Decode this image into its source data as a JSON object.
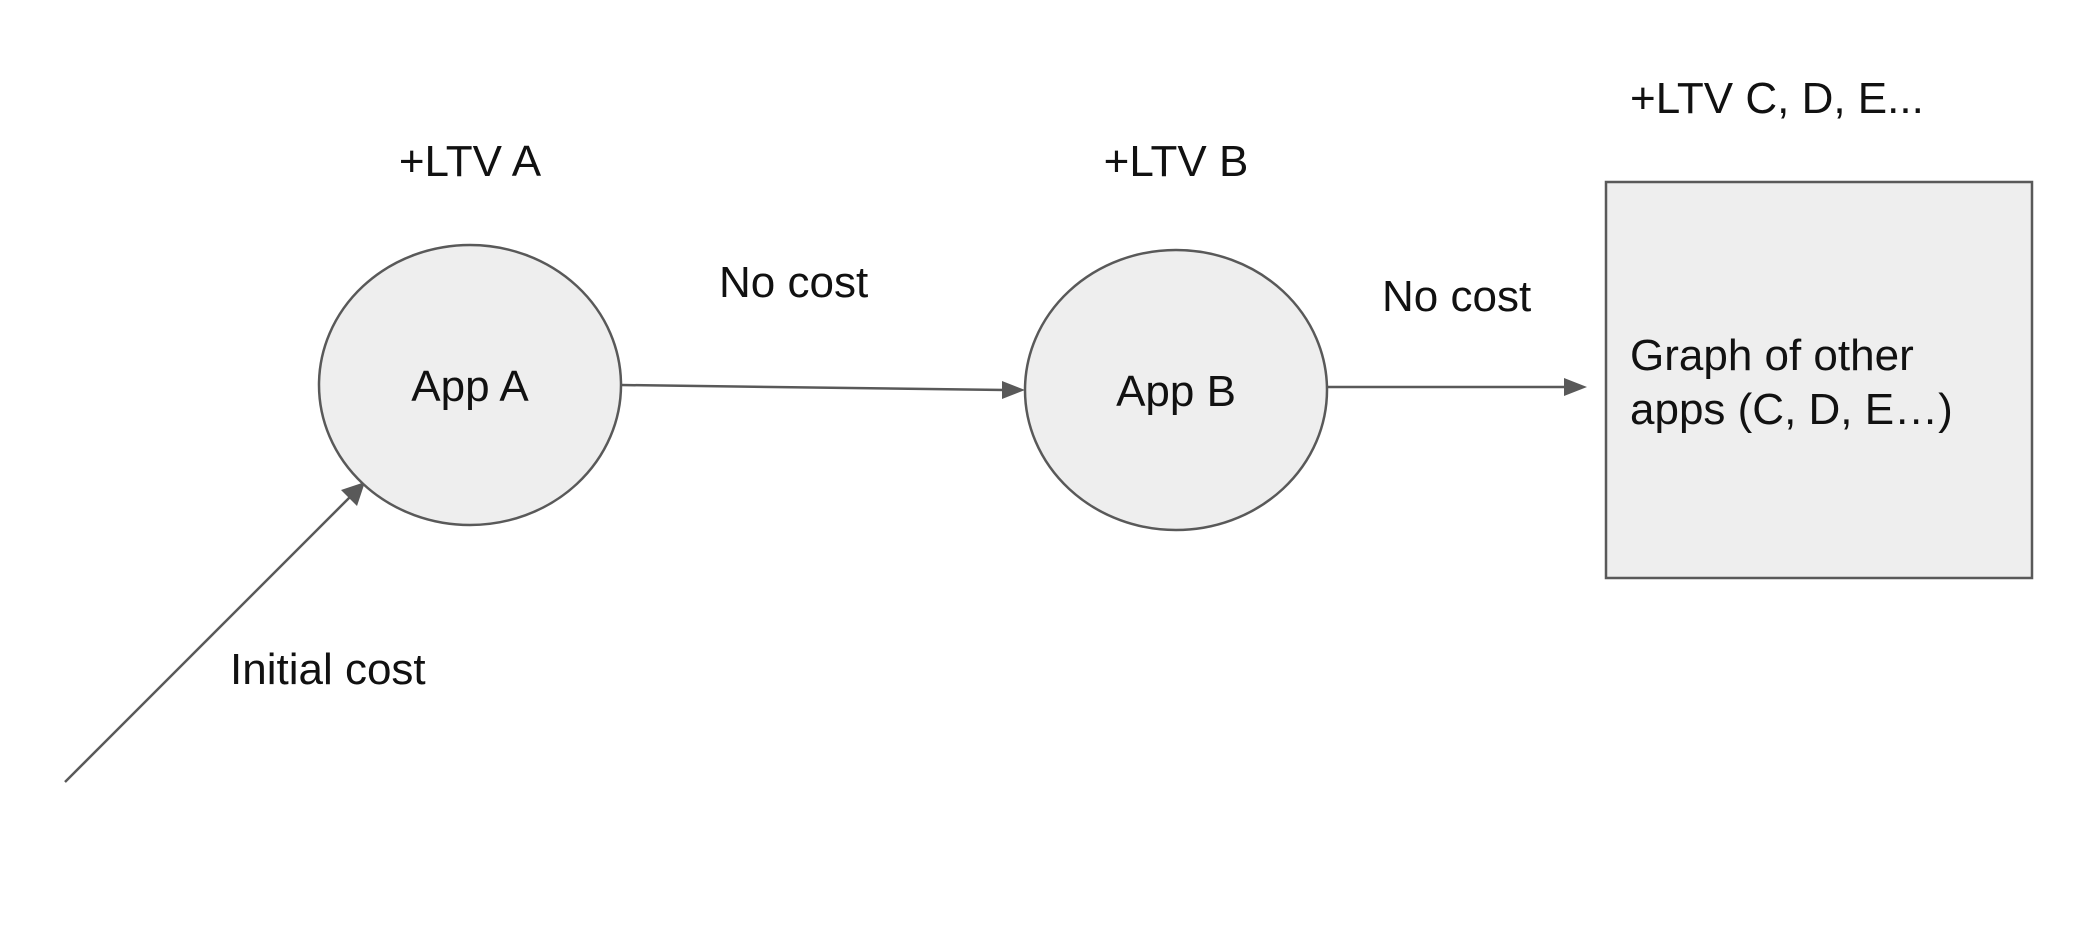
{
  "colors": {
    "node_fill": "#eeeeee",
    "node_stroke": "#595959",
    "edge_stroke": "#595959",
    "text": "#111111",
    "background": "#ffffff"
  },
  "nodes": {
    "app_a": {
      "label": "App A",
      "ltv": "+LTV A"
    },
    "app_b": {
      "label": "App B",
      "ltv": "+LTV B"
    },
    "graph": {
      "label_line1": "Graph of other",
      "label_line2": "apps (C, D, E…)",
      "ltv": "+LTV C, D, E..."
    }
  },
  "edges": {
    "initial": {
      "label": "Initial cost"
    },
    "a_to_b": {
      "label": "No cost"
    },
    "b_to_graph": {
      "label": "No cost"
    }
  }
}
